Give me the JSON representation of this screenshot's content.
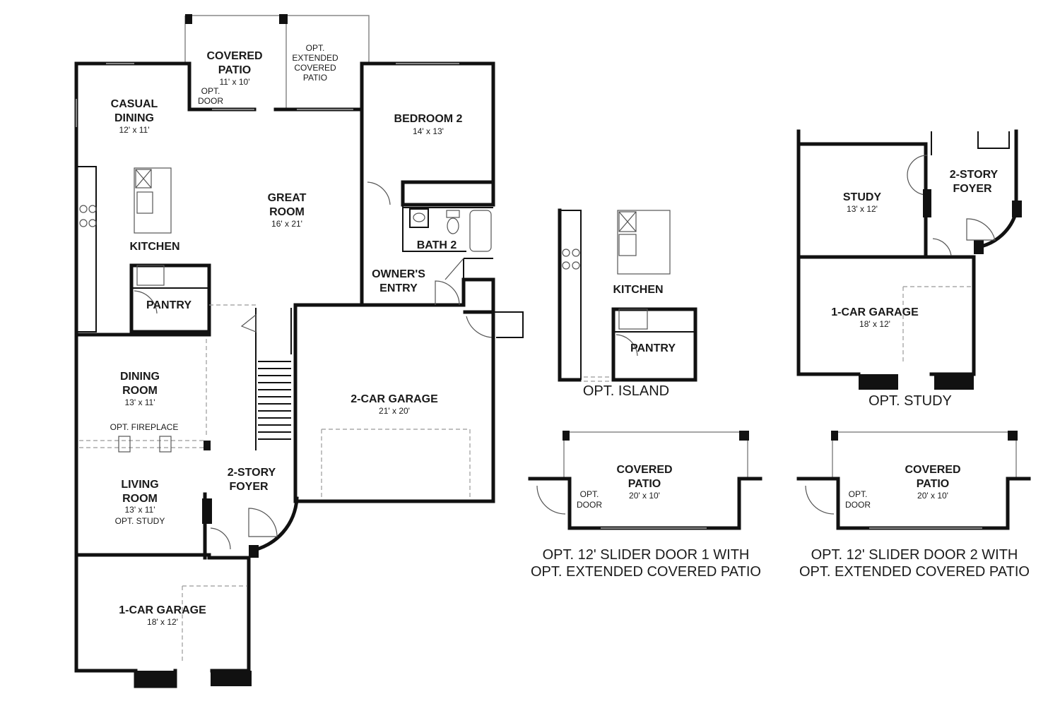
{
  "main_plan": {
    "covered_patio": {
      "name": "COVERED PATIO",
      "line1": "COVERED",
      "line2": "PATIO",
      "dim": "11' x 10'"
    },
    "opt_extended_patio": {
      "line1": "OPT.",
      "line2": "EXTENDED",
      "line3": "COVERED",
      "line4": "PATIO"
    },
    "opt_door": {
      "line1": "OPT.",
      "line2": "DOOR"
    },
    "casual_dining": {
      "line1": "CASUAL",
      "line2": "DINING",
      "dim": "12' x 11'"
    },
    "bedroom2": {
      "name": "BEDROOM 2",
      "dim": "14' x 13'"
    },
    "great_room": {
      "line1": "GREAT",
      "line2": "ROOM",
      "dim": "16' x 21'"
    },
    "kitchen": {
      "name": "KITCHEN"
    },
    "bath2": {
      "name": "BATH 2"
    },
    "owners_entry": {
      "line1": "OWNER'S",
      "line2": "ENTRY"
    },
    "pantry": {
      "name": "PANTRY"
    },
    "dining_room": {
      "line1": "DINING",
      "line2": "ROOM",
      "dim": "13' x 11'"
    },
    "opt_fireplace": {
      "name": "OPT. FIREPLACE"
    },
    "garage2": {
      "name": "2-CAR GARAGE",
      "dim": "21' x 20'"
    },
    "foyer": {
      "line1": "2-STORY",
      "line2": "FOYER"
    },
    "living_room": {
      "line1": "LIVING",
      "line2": "ROOM",
      "dim": "13' x 11'",
      "opt": "OPT. STUDY"
    },
    "garage1": {
      "name": "1-CAR GARAGE",
      "dim": "18' x 12'"
    }
  },
  "opt_island": {
    "kitchen": "KITCHEN",
    "pantry": "PANTRY",
    "caption": "OPT. ISLAND"
  },
  "opt_study": {
    "study": {
      "name": "STUDY",
      "dim": "13' x 12'"
    },
    "foyer": {
      "line1": "2-STORY",
      "line2": "FOYER"
    },
    "garage": {
      "name": "1-CAR GARAGE",
      "dim": "18' x 12'"
    },
    "caption": "OPT. STUDY"
  },
  "opt_slider1": {
    "patio": {
      "line1": "COVERED",
      "line2": "PATIO",
      "dim": "20' x 10'"
    },
    "door": {
      "line1": "OPT.",
      "line2": "DOOR"
    },
    "caption_line1": "OPT. 12' SLIDER DOOR 1 WITH",
    "caption_line2": "OPT. EXTENDED COVERED PATIO"
  },
  "opt_slider2": {
    "patio": {
      "line1": "COVERED",
      "line2": "PATIO",
      "dim": "20' x 10'"
    },
    "door": {
      "line1": "OPT.",
      "line2": "DOOR"
    },
    "caption_line1": "OPT. 12' SLIDER DOOR 2 WITH",
    "caption_line2": "OPT. EXTENDED COVERED PATIO"
  }
}
